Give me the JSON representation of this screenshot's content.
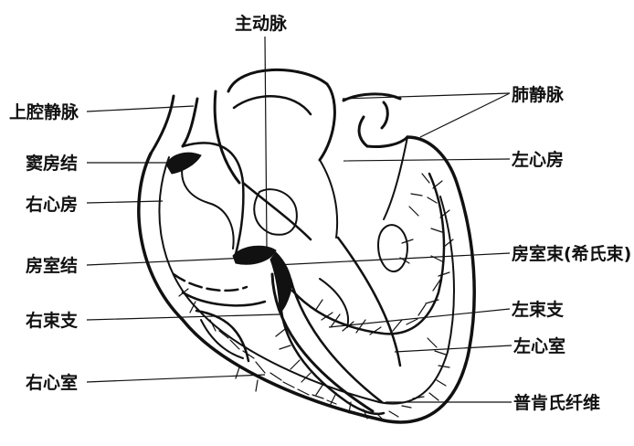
{
  "labels": {
    "aorta": "主动脉",
    "superior_vena_cava": "上腔静脉",
    "pulmonary_veins": "肺静脉",
    "sinoatrial_node": "窦房结",
    "left_atrium": "左心房",
    "right_atrium": "右心房",
    "atrioventricular_node": "房室结",
    "bundle_of_his": "房室束(希氏束)",
    "right_bundle_branch": "右束支",
    "left_bundle_branch": "左束支",
    "left_ventricle": "左心室",
    "right_ventricle": "右心室",
    "purkinje_fibers": "普肯氏纤维"
  }
}
